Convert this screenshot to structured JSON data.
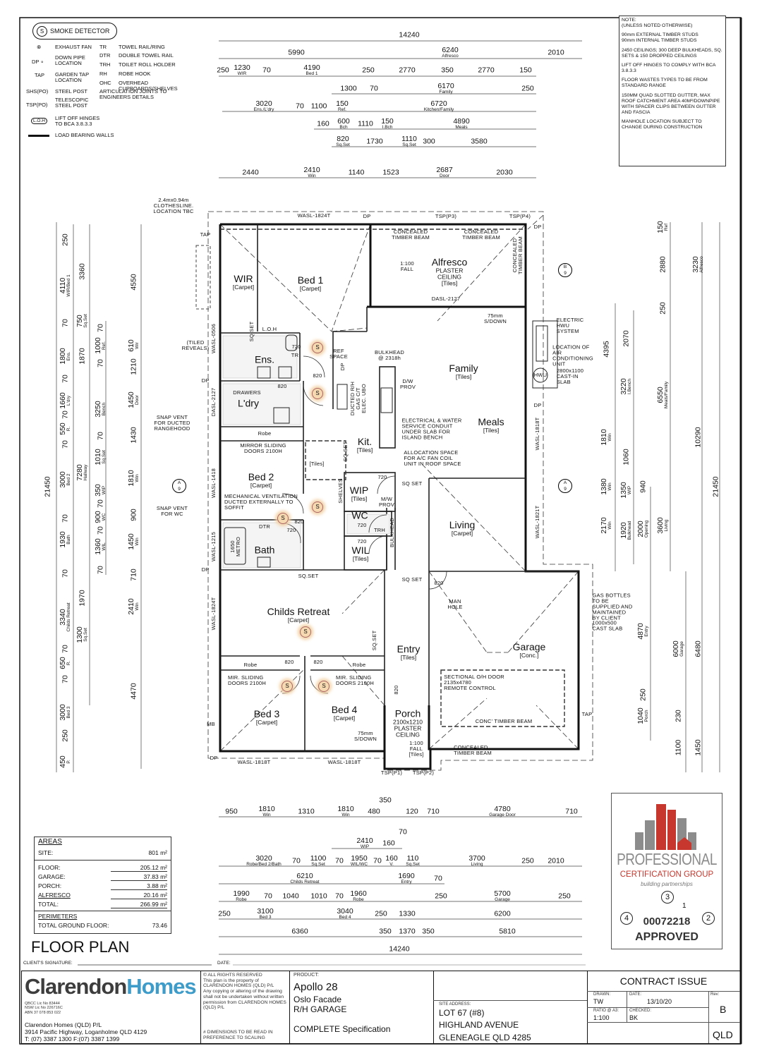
{
  "legend": {
    "smoke_detector": "SMOKE DETECTOR",
    "smoke_symbol": "S",
    "items": [
      {
        "symbol": "⊗",
        "label": "EXHAUST FAN"
      },
      {
        "symbol": "DP ∘",
        "label": "DOWN PIPE\nLOCATION"
      },
      {
        "symbol": "TAP",
        "label": "GARDEN TAP\nLOCATION"
      },
      {
        "symbol": "SHS(PO)",
        "label": "STEEL POST"
      },
      {
        "symbol": "TSP(PO)",
        "label": "TELESCOPIC\nSTEEL POST"
      },
      {
        "symbol": "L.O.H",
        "label": "LIFT OFF HINGES\nTO BCA 3.8.3.3"
      },
      {
        "symbol": "",
        "label": "LOAD BEARING WALLS"
      }
    ],
    "abbrevs": [
      {
        "code": "TR",
        "label": "TOWEL RAIL/RING"
      },
      {
        "code": "DTR",
        "label": "DOUBLE TOWEL RAIL"
      },
      {
        "code": "TRH",
        "label": "TOILET ROLL HOLDER"
      },
      {
        "code": "RH",
        "label": "ROBE HOOK"
      },
      {
        "code": "OHC",
        "label": "OVERHEAD CUPBOARDS/SHELVES"
      },
      {
        "code": "",
        "label": "ARTICULATION JOINTS TO\nENGINEERS DETAILS"
      }
    ]
  },
  "notes": {
    "title": "NOTE:\n(UNLESS NOTED OTHERWISE)",
    "items": [
      "90mm EXTERNAL TIMBER STUDS\n90mm INTERNAL TIMBER STUDS",
      "2450 CEILINGS;\n300 DEEP BULKHEADS, SQ. SETS & 150 DROPPED CEILINGS",
      "LIFT OFF HINGES TO COMPLY WITH BCA 3.8.3.3",
      "FLOOR WASTES TYPES TO BE FROM STANDARD RANGE",
      "150MM QUAD SLOTTED GUTTER, MAX ROOF CATCHMENT AREA 40M²/DOWNPIPE WITH SPACER CLIPS BETWEEN GUTTER AND FASCIA",
      "MANHOLE LOCATION SUBJECT TO CHANGE DURING CONSTRUCTION"
    ]
  },
  "rooms": [
    {
      "name": "WIR",
      "finish": "[Carpet]"
    },
    {
      "name": "Bed 1",
      "finish": "[Carpet]"
    },
    {
      "name": "Alfresco",
      "finish": "PLASTER\nCEILING\n[Tiles]"
    },
    {
      "name": "Ens.",
      "finish": ""
    },
    {
      "name": "L'dry",
      "finish": ""
    },
    {
      "name": "Family",
      "finish": "[Tiles]"
    },
    {
      "name": "Meals",
      "finish": "[Tiles]"
    },
    {
      "name": "Kit.",
      "finish": "[Tiles]"
    },
    {
      "name": "Bed 2",
      "finish": "[Carpet]"
    },
    {
      "name": "WIP",
      "finish": "[Tiles]"
    },
    {
      "name": "WC",
      "finish": ""
    },
    {
      "name": "WIL",
      "finish": "[Tiles]"
    },
    {
      "name": "Bath",
      "finish": ""
    },
    {
      "name": "Living",
      "finish": "[Carpet]"
    },
    {
      "name": "Childs Retreat",
      "finish": "[Carpet]"
    },
    {
      "name": "Entry",
      "finish": "[Tiles]"
    },
    {
      "name": "Garage",
      "finish": "[Conc.]"
    },
    {
      "name": "Bed 3",
      "finish": "[Carpet]"
    },
    {
      "name": "Bed 4",
      "finish": "[Carpet]"
    },
    {
      "name": "Porch",
      "finish": "2100x1210\nPLASTER\nCEILING"
    }
  ],
  "annotations": [
    "CONCEALED\nTIMBER BEAM",
    "CONCEALED\nTIMBER BEAM",
    "CONCEALED\nTIMBER BEAM",
    "1:100\nFALL",
    "DASL-2127",
    "75mm\nS/DOWN",
    "BULKHEAD\n@ 2318h",
    "REF\nSPACE",
    "D/W\nPROV",
    "DUCTED R/H\nGAS C/T\nELEC. UBO",
    "ELECTRICAL & WATER\nSERVICE CONDUIT\nUNDER SLAB FOR\nISLAND BENCH",
    "ALLOCATION SPACE\nFOR A/C FAN COIL\nUNIT IN ROOF SPACE",
    "ELECTRIC\nHWU\nSYSTEM",
    "LOCATION OF\nAIR\nCONDITIONING\nUNIT",
    "2800x1100\nCAST-IN\nSLAB",
    "HWU",
    "MIRROR SLIDING\nDOORS 2100H",
    "MECHANICAL VENTILATION\nDUCTED EXTERNALLY TO\nSOFFIT",
    "Robe",
    "DRAWERS",
    "SQ.SET",
    "SQ SET",
    "SQ SET",
    "GAS BOTTLES\nTO BE\nSUPPLIED AND\nMAINTAINED\nBY CLIENT\n1000x500\nCAST SLAB",
    "MAN\nHOLE",
    "SECTIONAL O/H DOOR\n2135x4780\nREMOTE CONTROL",
    "CONC' TIMBER BEAM",
    "CONCEALED\nTIMBER BEAM",
    "Robe",
    "Robe",
    "MIR. SLIDING\nDOORS 2100H",
    "MIR. SLIDING\nDOORS 2100H",
    "1:100\nFALL\n[Tiles]",
    "75mm\nS/DOWN",
    "WASL-1824T",
    "WASL-1818T",
    "WASL-1818T",
    "TSP(P3)",
    "TSP(P4)",
    "TSP(P1)",
    "TSP(P2)",
    "2.4mx0.94m\nCLOTHESLINE.\nLOCATION TBC",
    "(TILED\nREVEALS)",
    "SNAP VENT\nFOR DUCTED\nRANGEHOOD",
    "SNAP VENT\nFOR WC",
    "WASL-0506",
    "DASL-2127",
    "WASL-1418",
    "WASL-1215",
    "WASL-1824T",
    "WASL-1818T",
    "WASL-1821T",
    "820",
    "820",
    "820",
    "720",
    "720",
    "720",
    "720",
    "820",
    "820",
    "820",
    "820",
    "720",
    "DP",
    "DP",
    "DP",
    "DP",
    "DP",
    "DP",
    "TAP",
    "TAP",
    "MB",
    "L.O.H",
    "SQ.SET",
    "SQ.SET",
    "BULKHEAD",
    "SHELVES",
    "[Tiles]",
    "1650\nMETRO",
    "DTR",
    "TRH",
    "M/W\nPROV",
    "TR",
    "DP",
    "SQ.SET"
  ],
  "section_markers": [
    {
      "letter": "A",
      "sheet": "9"
    },
    {
      "letter": "B",
      "sheet": "9"
    },
    {
      "letter": "A",
      "sheet": "9"
    }
  ],
  "dimensions": {
    "top": [
      [
        "14240",
        ""
      ],
      [
        "5990",
        ""
      ],
      [
        "6240",
        "Alfresco"
      ],
      [
        "2010",
        ""
      ],
      [
        "250",
        ""
      ],
      [
        "1230",
        "WIR"
      ],
      [
        "70",
        ""
      ],
      [
        "4190",
        "Bed 1"
      ],
      [
        "250",
        ""
      ],
      [
        "2770",
        ""
      ],
      [
        "350",
        ""
      ],
      [
        "2770",
        ""
      ],
      [
        "150",
        ""
      ],
      [
        "1300",
        ""
      ],
      [
        "70",
        ""
      ],
      [
        "6170",
        "Family"
      ],
      [
        "250",
        ""
      ],
      [
        "3020",
        "Ens./L'dry"
      ],
      [
        "70",
        ""
      ],
      [
        "1100",
        ""
      ],
      [
        "150",
        "Ref."
      ],
      [
        "6720",
        "Kitchen/Family"
      ],
      [
        "160",
        ""
      ],
      [
        "600",
        "Bch"
      ],
      [
        "1110",
        ""
      ],
      [
        "150",
        "I.Bch"
      ],
      [
        "4890",
        "Meals"
      ],
      [
        "820",
        "Sq.Set"
      ],
      [
        "1730",
        ""
      ],
      [
        "1110",
        "Sq.Set"
      ],
      [
        "300",
        ""
      ],
      [
        "3580",
        ""
      ],
      [
        "2440",
        ""
      ],
      [
        "2410",
        "Win"
      ],
      [
        "1140",
        ""
      ],
      [
        "1523",
        ""
      ],
      [
        "2687",
        "Door"
      ],
      [
        "2030",
        ""
      ]
    ],
    "bottom": [
      [
        "950",
        ""
      ],
      [
        "1810",
        "Win"
      ],
      [
        "1310",
        ""
      ],
      [
        "1810",
        "Win"
      ],
      [
        "480",
        ""
      ],
      [
        "350",
        ""
      ],
      [
        "120",
        ""
      ],
      [
        "710",
        ""
      ],
      [
        "4780",
        "Garage Door"
      ],
      [
        "710",
        ""
      ],
      [
        "2410",
        "WIP"
      ],
      [
        "160",
        ""
      ],
      [
        "70",
        ""
      ],
      [
        "3020",
        "Robe/Bed 2/Bath"
      ],
      [
        "70",
        ""
      ],
      [
        "1100",
        "Sq.Set"
      ],
      [
        "70",
        ""
      ],
      [
        "1950",
        "WIL/WC"
      ],
      [
        "70",
        ""
      ],
      [
        "160",
        "V."
      ],
      [
        "110",
        "Sq.Set"
      ],
      [
        "3700",
        "Living"
      ],
      [
        "250",
        ""
      ],
      [
        "2010",
        ""
      ],
      [
        "6210",
        "Childs Retreat"
      ],
      [
        "1690",
        "Entry"
      ],
      [
        "70",
        ""
      ],
      [
        "1990",
        "Robe"
      ],
      [
        "70",
        ""
      ],
      [
        "1040",
        ""
      ],
      [
        "1010",
        ""
      ],
      [
        "70",
        ""
      ],
      [
        "1960",
        "Robe"
      ],
      [
        "250",
        ""
      ],
      [
        "5700",
        "Garage"
      ],
      [
        "250",
        ""
      ],
      [
        "250",
        ""
      ],
      [
        "3100",
        "Bed 3"
      ],
      [
        "3040",
        "Bed 4"
      ],
      [
        "250",
        ""
      ],
      [
        "1330",
        ""
      ],
      [
        "6200",
        ""
      ],
      [
        "6360",
        ""
      ],
      [
        "350",
        ""
      ],
      [
        "1370",
        ""
      ],
      [
        "350",
        ""
      ],
      [
        "5810",
        ""
      ],
      [
        "14240",
        ""
      ]
    ],
    "left": [
      [
        "21450",
        ""
      ],
      [
        "250",
        ""
      ],
      [
        "4110",
        "WIR/Bed 1"
      ],
      [
        "70",
        ""
      ],
      [
        "1800",
        "Ens."
      ],
      [
        "70",
        ""
      ],
      [
        "1660",
        "L'dry"
      ],
      [
        "70",
        ""
      ],
      [
        "550",
        "R."
      ],
      [
        "70",
        ""
      ],
      [
        "3000",
        "Bed 2"
      ],
      [
        "70",
        ""
      ],
      [
        "1930",
        "Bath"
      ],
      [
        "70",
        ""
      ],
      [
        "3340",
        "Childs Retreat"
      ],
      [
        "70",
        ""
      ],
      [
        "650",
        "R."
      ],
      [
        "70",
        ""
      ],
      [
        "3000",
        "Bed 3"
      ],
      [
        "250",
        ""
      ],
      [
        "450",
        "P."
      ],
      [
        "3360",
        ""
      ],
      [
        "750",
        "Sq.Set"
      ],
      [
        "1870",
        ""
      ],
      [
        "7280",
        "Hallway"
      ],
      [
        "1970",
        ""
      ],
      [
        "1300",
        "Sq.Set"
      ],
      [
        "70",
        ""
      ],
      [
        "1000",
        "Ref."
      ],
      [
        "70",
        ""
      ],
      [
        "3250",
        "Bench"
      ],
      [
        "70",
        ""
      ],
      [
        "1010",
        "Sq.Set"
      ],
      [
        "350",
        "WIP"
      ],
      [
        "70",
        ""
      ],
      [
        "900",
        "WC"
      ],
      [
        "70",
        ""
      ],
      [
        "1360",
        "WIL"
      ],
      [
        "70",
        ""
      ],
      [
        "4550",
        ""
      ],
      [
        "610",
        "Wir"
      ],
      [
        "1210",
        ""
      ],
      [
        "1450",
        "Door"
      ],
      [
        "1430",
        ""
      ],
      [
        "1810",
        "Win"
      ],
      [
        "900",
        ""
      ],
      [
        "1450",
        "Win"
      ],
      [
        "710",
        ""
      ],
      [
        "2410",
        "Win"
      ],
      [
        "4470",
        ""
      ]
    ],
    "right": [
      [
        "4395",
        ""
      ],
      [
        "1810",
        "Win"
      ],
      [
        "1380",
        "Win"
      ],
      [
        "2170",
        "Win"
      ],
      [
        "2070",
        ""
      ],
      [
        "3220",
        "I.Bench"
      ],
      [
        "1060",
        ""
      ],
      [
        "1350",
        "WIP"
      ],
      [
        "1920",
        "Bulkhead"
      ],
      [
        "940",
        ""
      ],
      [
        "2000",
        "Opening"
      ],
      [
        "4870",
        "Entry"
      ],
      [
        "250",
        ""
      ],
      [
        "1040",
        "Porch"
      ],
      [
        "150",
        "Ref"
      ],
      [
        "2880",
        ""
      ],
      [
        "250",
        ""
      ],
      [
        "6550",
        "Meals/Family"
      ],
      [
        "3600",
        "Living"
      ],
      [
        "6000",
        "Garage"
      ],
      [
        "230",
        ""
      ],
      [
        "1100",
        ""
      ],
      [
        "3230",
        "Alfresco"
      ],
      [
        "10290",
        ""
      ],
      [
        "6480",
        ""
      ],
      [
        "1450",
        ""
      ],
      [
        "21450",
        ""
      ]
    ]
  },
  "areas": {
    "title": "AREAS",
    "site_label": "SITE:",
    "site_value": "801 m²",
    "rows": [
      {
        "label": "FLOOR:",
        "value": "205.12 m²"
      },
      {
        "label": "GARAGE:",
        "value": "37.83 m²"
      },
      {
        "label": "PORCH:",
        "value": "3.88 m²"
      },
      {
        "label": "ALFRESCO",
        "value": "20.16 m²"
      },
      {
        "label": "TOTAL:",
        "value": "266.99 m²"
      }
    ],
    "perimeters_title": "PERIMETERS",
    "perimeter_label": "TOTAL GROUND FLOOR:",
    "perimeter_value": "73.46"
  },
  "drawing_title": "FLOOR PLAN",
  "signature": {
    "client_label": "CLIENT'S SIGNATURE:",
    "date_label": "DATE:"
  },
  "certifier": {
    "line1": "PROFESSIONAL",
    "line2": "CERTIFICATION GROUP",
    "tagline": "building partnerships",
    "number": "00072218",
    "status": "APPROVED",
    "stamp_numbers": [
      "3",
      "2",
      "1",
      "4"
    ]
  },
  "title_block": {
    "brand_part1": "Clarendon",
    "brand_part2": "Homes",
    "licences": "QBCC Lic No 83444\nNSW Lic No 226716C\nABN 37 078 853 022",
    "company": "Clarendon Homes (QLD) P/L",
    "address": "3914 Pacific Highway, Loganholme QLD 4129",
    "phone": "T: (07) 3387 1300  F:(07) 3387 1399",
    "copyright": "© ALL RIGHTS RESERVED\nThis plan is the property of CLARENDON HOMES (QLD) P/L\nAny copying or altering of the drawing shall not be undertaken without written permission from CLARENDON HOMES (QLD) P/L",
    "dimension_note": "# DIMENSIONS TO BE READ IN PREFERENCE TO SCALING",
    "product_label": "PRODUCT:",
    "product_name": "Apollo 28",
    "facade": "Oslo Facade",
    "garage": "R/H GARAGE",
    "specification": "COMPLETE Specification",
    "site_address_label": "SITE ADDRESS:",
    "lot": "LOT 67 (#8)",
    "street": "HIGHLAND AVENUE",
    "suburb": "GLENEAGLE QLD 4285",
    "issue": "CONTRACT ISSUE",
    "drawn_label": "DRAWN:",
    "drawn": "TW",
    "date_label": "DATE:",
    "date": "13/10/20",
    "rev_label": "Rev:",
    "rev": "B",
    "ratio_label": "RATIO @ A3:",
    "ratio": "1:100",
    "checked_label": "CHECKED:",
    "checked": "BK",
    "state": "QLD"
  },
  "colors": {
    "brand_dark": "#3d3d3d",
    "brand_accent": "#3d9cc9",
    "cert_red": "#c8372d",
    "cert_grey": "#8c8c8c",
    "smoke": "#f3c58c"
  }
}
